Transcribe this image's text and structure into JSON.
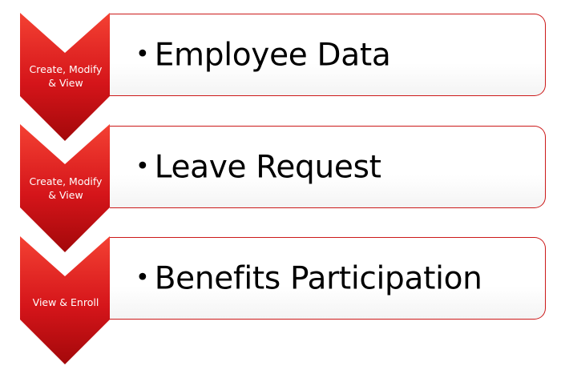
{
  "steps": [
    {
      "label": "Create, Modify\n& View",
      "item": "Employee Data"
    },
    {
      "label": "Create, Modify\n& View",
      "item": "Leave Request"
    },
    {
      "label": "View & Enroll",
      "item": "Benefits Participation"
    }
  ],
  "bullet": "•",
  "colors": {
    "chevron_light": "#f23b2e",
    "chevron_dark": "#a8090b",
    "panel_border": "#cc1a1a"
  }
}
